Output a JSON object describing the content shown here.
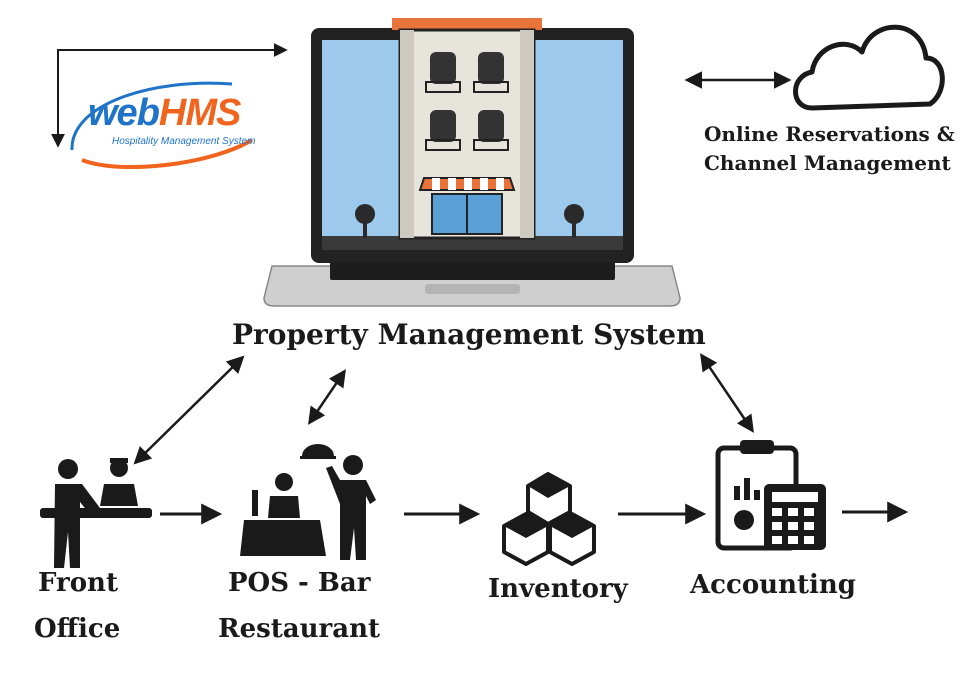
{
  "logo": {
    "brand_a": "web",
    "brand_b": "HMS",
    "tagline": "Hospitality Management System"
  },
  "center": {
    "title": "Property Management System"
  },
  "cloud": {
    "line1": "Online Reservations &",
    "line2": "Channel Management"
  },
  "modules": [
    {
      "line1": "Front",
      "line2": "Office"
    },
    {
      "line1": "POS - Bar",
      "line2": "Restaurant"
    },
    {
      "line1": "Inventory"
    },
    {
      "line1": "Accounting"
    }
  ],
  "colors": {
    "ink": "#1a1a1a",
    "screen": "#9cc9ec",
    "brand_blue": "#1f73c9",
    "brand_orange": "#f0641e",
    "roof": "#e8743b"
  },
  "icons": [
    "laptop-icon",
    "hotel-building-icon",
    "cloud-icon",
    "receptionist-icon",
    "waiter-icon",
    "boxes-icon",
    "clipboard-calculator-icon"
  ]
}
